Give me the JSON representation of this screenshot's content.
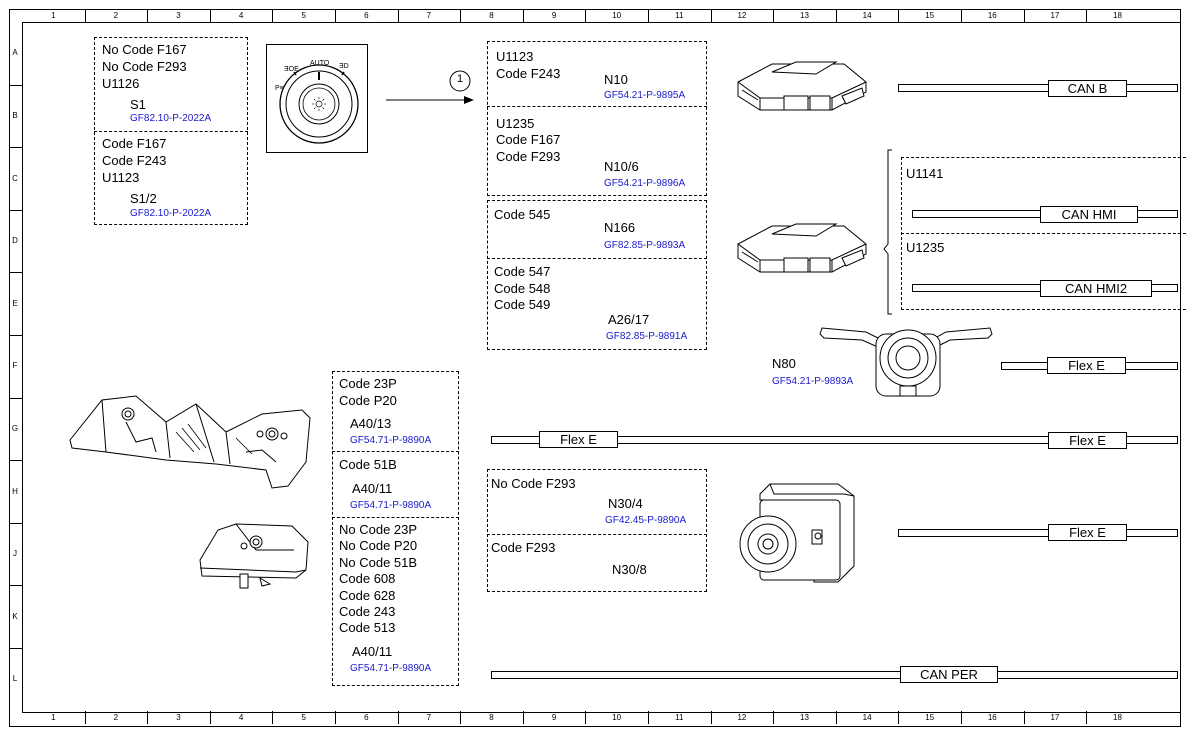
{
  "grid": {
    "columns": [
      "1",
      "2",
      "3",
      "4",
      "5",
      "6",
      "7",
      "8",
      "9",
      "10",
      "11",
      "12",
      "13",
      "14",
      "15",
      "16",
      "17",
      "18"
    ],
    "rows": [
      "A",
      "B",
      "C",
      "D",
      "E",
      "F",
      "G",
      "H",
      "J",
      "K",
      "L"
    ]
  },
  "callout": "1",
  "switch_labels": {
    "auto": "AUTO",
    "left": "ƎOE",
    "right": "ƎD",
    "side": "P≡"
  },
  "boxes": {
    "s1": {
      "codes": [
        "No Code F167",
        "No Code F293",
        "U1126"
      ],
      "comp": "S1",
      "ref": "GF82.10-P-2022A"
    },
    "s1_2": {
      "codes": [
        "Code F167",
        "Code F243",
        "U1123"
      ],
      "comp": "S1/2",
      "ref": "GF82.10-P-2022A"
    },
    "n10": {
      "codes": [
        "U1123",
        "Code F243"
      ],
      "comp": "N10",
      "ref": "GF54.21-P-9895A"
    },
    "n10_6": {
      "codes": [
        "U1235",
        "Code F167",
        "Code F293"
      ],
      "comp": "N10/6",
      "ref": "GF54.21-P-9896A"
    },
    "n166": {
      "codes": [
        "Code 545"
      ],
      "comp": "N166",
      "ref": "GF82.85-P-9893A"
    },
    "a26_17": {
      "codes": [
        "Code 547",
        "Code 548",
        "Code 549"
      ],
      "comp": "A26/17",
      "ref": "GF82.85-P-9891A"
    },
    "u1141": "U1141",
    "u1235": "U1235",
    "n80": {
      "comp": "N80",
      "ref": "GF54.21-P-9893A"
    },
    "a40_13": {
      "codes": [
        "Code 23P",
        "Code P20"
      ],
      "comp": "A40/13",
      "ref": "GF54.71-P-9890A"
    },
    "a40_11a": {
      "codes": [
        "Code 51B"
      ],
      "comp": "A40/11",
      "ref": "GF54.71-P-9890A"
    },
    "a40_11b": {
      "codes": [
        "No Code 23P",
        "No Code P20",
        "No Code 51B",
        "Code 608",
        "Code 628",
        "Code 243",
        "Code 513"
      ],
      "comp": "A40/11",
      "ref": "GF54.71-P-9890A"
    },
    "n30_4": {
      "codes": [
        "No Code F293"
      ],
      "comp": "N30/4",
      "ref": "GF42.45-P-9890A"
    },
    "n30_8": {
      "codes": [
        "Code F293"
      ],
      "comp": "N30/8"
    }
  },
  "buses": {
    "can_b": "CAN B",
    "can_hmi": "CAN HMI",
    "can_hmi2": "CAN HMI2",
    "flex_e_n80": "Flex E",
    "flex_e_left": "Flex E",
    "flex_e_right": "Flex E",
    "flex_e_n30": "Flex E",
    "can_per": "CAN PER"
  }
}
